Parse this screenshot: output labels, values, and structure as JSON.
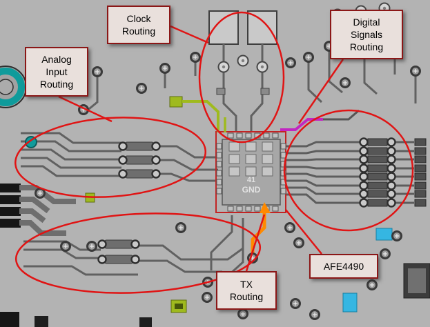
{
  "callouts": {
    "clock": {
      "label": "Clock\nRouting"
    },
    "digital": {
      "label": "Digital\nSignals\nRouting"
    },
    "analog": {
      "label": "Analog\nInput\nRouting"
    },
    "tx": {
      "label": "TX\nRouting"
    },
    "chip": {
      "label": "AFE4490"
    }
  },
  "board": {
    "thermal_pad_number": "41",
    "thermal_pad_net": "GND"
  },
  "colors": {
    "annotation_red": "#e01414",
    "callout_fill": "#e9e0dc",
    "callout_border": "#8b1717",
    "board_background": "#b3b3b3",
    "trace_orange": "#ff8a00",
    "trace_magenta": "#c226c2",
    "trace_green": "#9fba1e",
    "pad_teal": "#0f9b9b",
    "pad_cyan": "#35b6e2"
  }
}
